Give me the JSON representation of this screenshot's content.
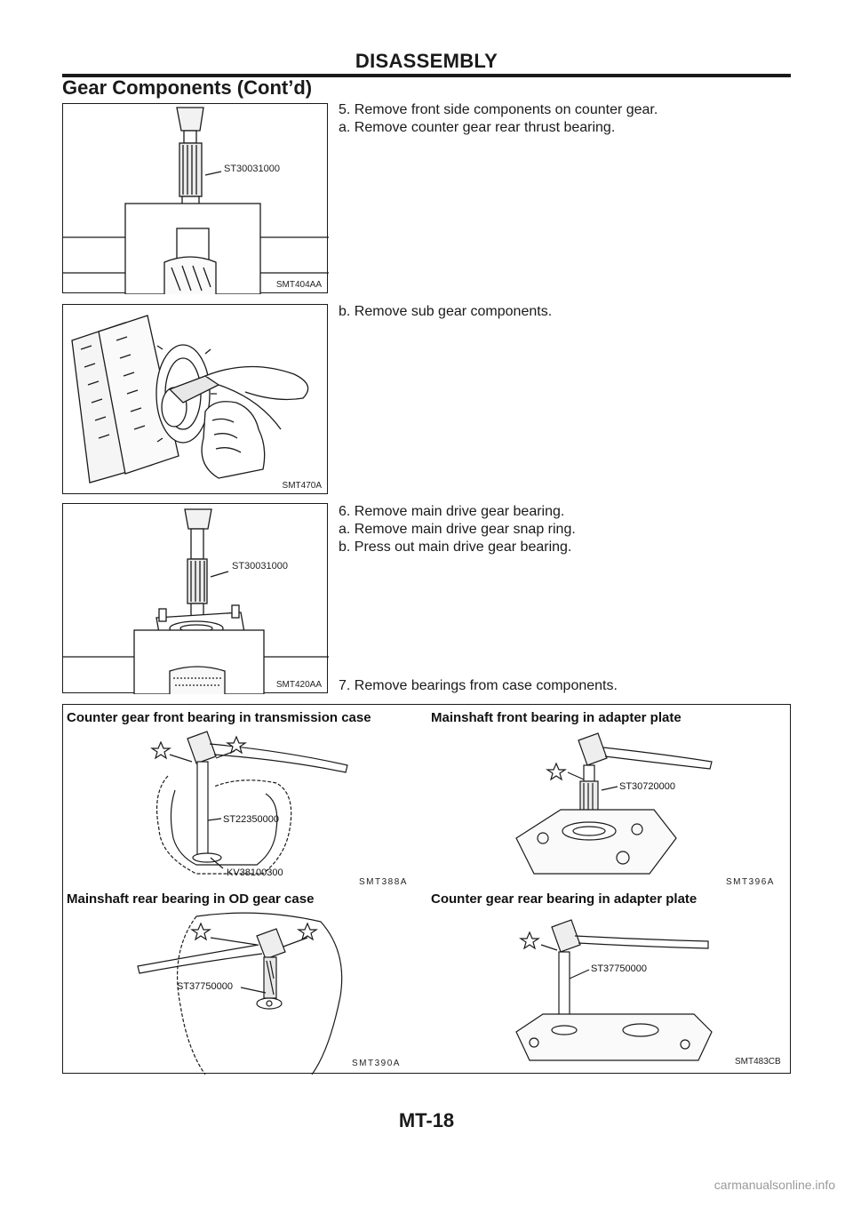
{
  "header": {
    "section": "DISASSEMBLY",
    "subsection": "Gear Components (Cont’d)"
  },
  "figures": {
    "fig1": {
      "code": "SMT404AA",
      "tool": "ST30031000"
    },
    "fig2": {
      "code": "SMT470A"
    },
    "fig3": {
      "code": "SMT420AA",
      "tool": "ST30031000"
    },
    "big": {
      "panels": [
        {
          "title": "Counter gear front bearing in transmission case",
          "code": "SMT388A",
          "tools": [
            "ST22350000",
            "KV38100300"
          ]
        },
        {
          "title": "Mainshaft front bearing in adapter plate",
          "code": "SMT396A",
          "tools": [
            "ST30720000"
          ]
        },
        {
          "title": "Mainshaft rear bearing in OD gear case",
          "code": "SMT390A",
          "tools": [
            "ST37750000"
          ]
        },
        {
          "title": "Counter gear rear bearing in adapter plate",
          "code": "SMT483CB",
          "tools": [
            "ST37750000"
          ]
        }
      ]
    }
  },
  "steps": {
    "s5": "5. Remove front side components on counter gear.",
    "s5a": "a. Remove counter gear rear thrust bearing.",
    "s5b": "b. Remove sub gear components.",
    "s6": "6. Remove main drive gear bearing.",
    "s6a": "a. Remove main drive gear snap ring.",
    "s6b": "b. Press out main drive gear bearing.",
    "s7": "7. Remove bearings from case components."
  },
  "page_number": "MT-18",
  "footer": "carmanualsonline.info"
}
